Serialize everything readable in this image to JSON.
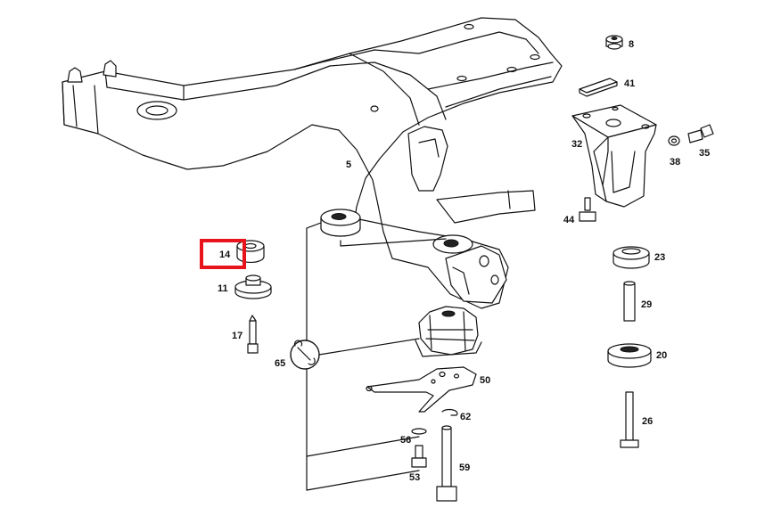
{
  "diagram": {
    "highlight_color": "#e8141b",
    "labels": {
      "p8": "8",
      "p41": "41",
      "p32": "32",
      "p38": "38",
      "p35": "35",
      "p44": "44",
      "p5": "5",
      "p14": "14",
      "p11": "11",
      "p17": "17",
      "p65": "65",
      "p23": "23",
      "p29": "29",
      "p20": "20",
      "p50": "50",
      "p62": "62",
      "p26": "26",
      "p56": "56",
      "p53": "53",
      "p59": "59"
    },
    "highlighted_part": "14",
    "tool_icon": "wrench-icon"
  }
}
